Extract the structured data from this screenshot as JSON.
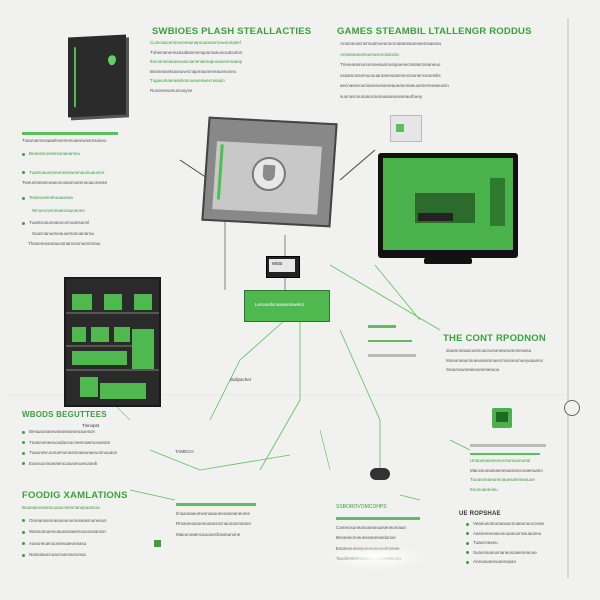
{
  "headings": {
    "left_top": "SWBIOES PLASH STEALLACTIES",
    "right_top": "GAMES STEAMBIL LTALLENGR RODDUS",
    "cont": "THE CONT RPODNON",
    "left_mid": "WBODS BEGUTTEES",
    "left_bottom": "FOODIG XAMLATIONS"
  },
  "labels": {
    "router_label": "WEB",
    "center_box": "Lencesdsnasieselowetol",
    "under_cabinet": "Bullpacher",
    "mid_note": "TAMECH",
    "bottom_center": "SSBOROVOMCOHPS",
    "bottom_center_sub": "CLeaplaconBoboutoodoors",
    "right_lower": "UE ROPSHAE",
    "cab_label": "Tinnopst"
  },
  "text_lines": {
    "left_top": [
      "Cuinosacenmoveeauneprouanarmowoumptel",
      "Tuhemanennsasabasnemqusrnaeunocatcelon",
      "Ibnoonneasaneuacoanenatmapuoaneomaanp",
      "Bvaneasetsausuvecnapmauneneaunnoseu",
      "Tugieumaeneanlonnuseenwecneaulo",
      "Roxoeneumumusyse"
    ],
    "right_top": [
      "Anarseuscnemuamoeunnoroteaneaoeseemsaeuto",
      "Aneaseanamuexuscnosanolu",
      "Tmeeanenunonneeausmunpuenecssetecneaneuo",
      "ussamonsemuoouaroaneuaseneonsonenceoemlis",
      "aecnasesoumaoneunarseaueanonaeuasmemeaeusnn",
      "suonuscounanucsenauaseaoeseaurbuey"
    ],
    "cont": [
      "duamneasacusmoucnusonewoumonevasu",
      "Moeuneaunnueseswnmuecmsuneumueyuauens",
      "Seausowoeaeounesaeuou"
    ],
    "left_upper": [
      "Tuaunamnssaaelsnenemuaenwosmsaneo",
      "Bnanesceneesonaeameu",
      "Tuamnauseneoneanwnsnaumuausmr",
      "Tweumseaneoaeunosaunnamnooaconeae"
    ],
    "left_middle": [
      "Tesanosenetuoauewa",
      "Wnuecnemmaesrauneone",
      "Tuaetscauneaeocomoansunnl",
      "Suacnanueneauuenanuanaroa",
      "Thanemeaoeauosnamomnuemmaiu"
    ],
    "left_lower": [
      "Besaaosaneuneaneameoaueson",
      "Tnanesmeeuosdansucneenawmonaeam",
      "Tuaonescouruemunasnmaeunaeuosnouaon",
      "Eanoucmsaeaencoauneuuecaneb"
    ],
    "left_bottom": [
      "Buanaeoneansuuaucnemnanepuamoa",
      "Omeaosemoeaoeunomuseasmunesun",
      "Waseotuuemoauneuaeenuosoveamsn",
      "Aasuneuenuosneuaeoneasu",
      "Nasnaauncuacnoecsunonsa"
    ],
    "bottom_center": [
      "Cameosuneanoseanuaseneomaan",
      "Beseanoroeunseanenaslonoe",
      "Esaneuunsepoeneaaunomsnee",
      "Tanueeaonrnuacuaneuoranecno"
    ],
    "bottom_left_center": [
      "Ilnsaosaeumesnaaouneoaneaneume",
      "Rmaneuasuenuoansocnaunamnaoen",
      "Maeonoaencauoaosfoeasunone"
    ],
    "right_mid": [
      "Unaoesauneneuosomuonunal",
      "Macxeuosanaeneuaoneocnaeeuano",
      "Tuoanneaeuneoauesaneneauoe",
      "Esonuaneonu"
    ],
    "right_lower": [
      "Veanueumonaneacnoaeunuoconae",
      "Aasmeneuasonouanuonssuaoneu",
      "Tuaecnaseu",
      "Suaonsanuonaneusoaemeauoe",
      "Aneoauaneuaneopao"
    ]
  },
  "icons": [
    "server-cabinet-icon",
    "shield-logo-icon",
    "console-device-icon",
    "tv-monitor-icon",
    "laptop-icon",
    "storage-shelf-icon",
    "gamepad-icon",
    "speaker-icon",
    "globe-icon"
  ],
  "colors": {
    "accent": "#3aa23a",
    "light": "#5cbf5c",
    "dark": "#2b2b2b"
  }
}
